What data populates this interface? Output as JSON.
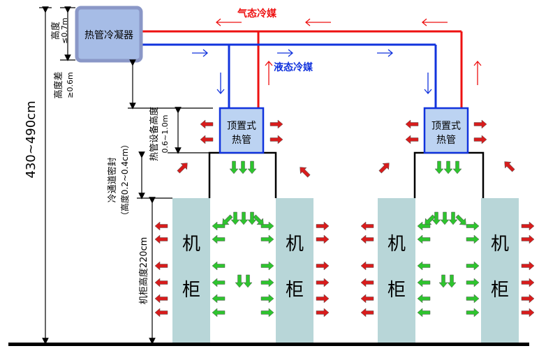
{
  "labels": {
    "condenser": "热管冷凝器",
    "gas_refrigerant": "气态冷媒",
    "liquid_refrigerant": "液态冷媒",
    "heatpipe_line1": "顶置式",
    "heatpipe_line2": "热管",
    "cabinet_char1": "机",
    "cabinet_char2": "柜",
    "total_height": "430~490cm",
    "height_label": "高度",
    "height_limit": "≤0.7m",
    "height_diff_label": "高度差",
    "height_diff_value": "≥0.6m",
    "equip_height_label": "热管设备高度",
    "equip_height_value": "0.6~1.0m",
    "seal_label": "冷通道密封",
    "seal_value": "（高度0.2~0.4cm）",
    "cabinet_height": "机柜高度220cm"
  },
  "colors": {
    "gas_line": "#ee1111",
    "liquid_line": "#1133dd",
    "cabinet_fill": "#b8d6d8",
    "heatpipe_fill": "#bcd3f2",
    "condenser_fill": "#a6bce6",
    "hot_arrow": "#d81c1c",
    "cold_arrow": "#2ec42e"
  }
}
